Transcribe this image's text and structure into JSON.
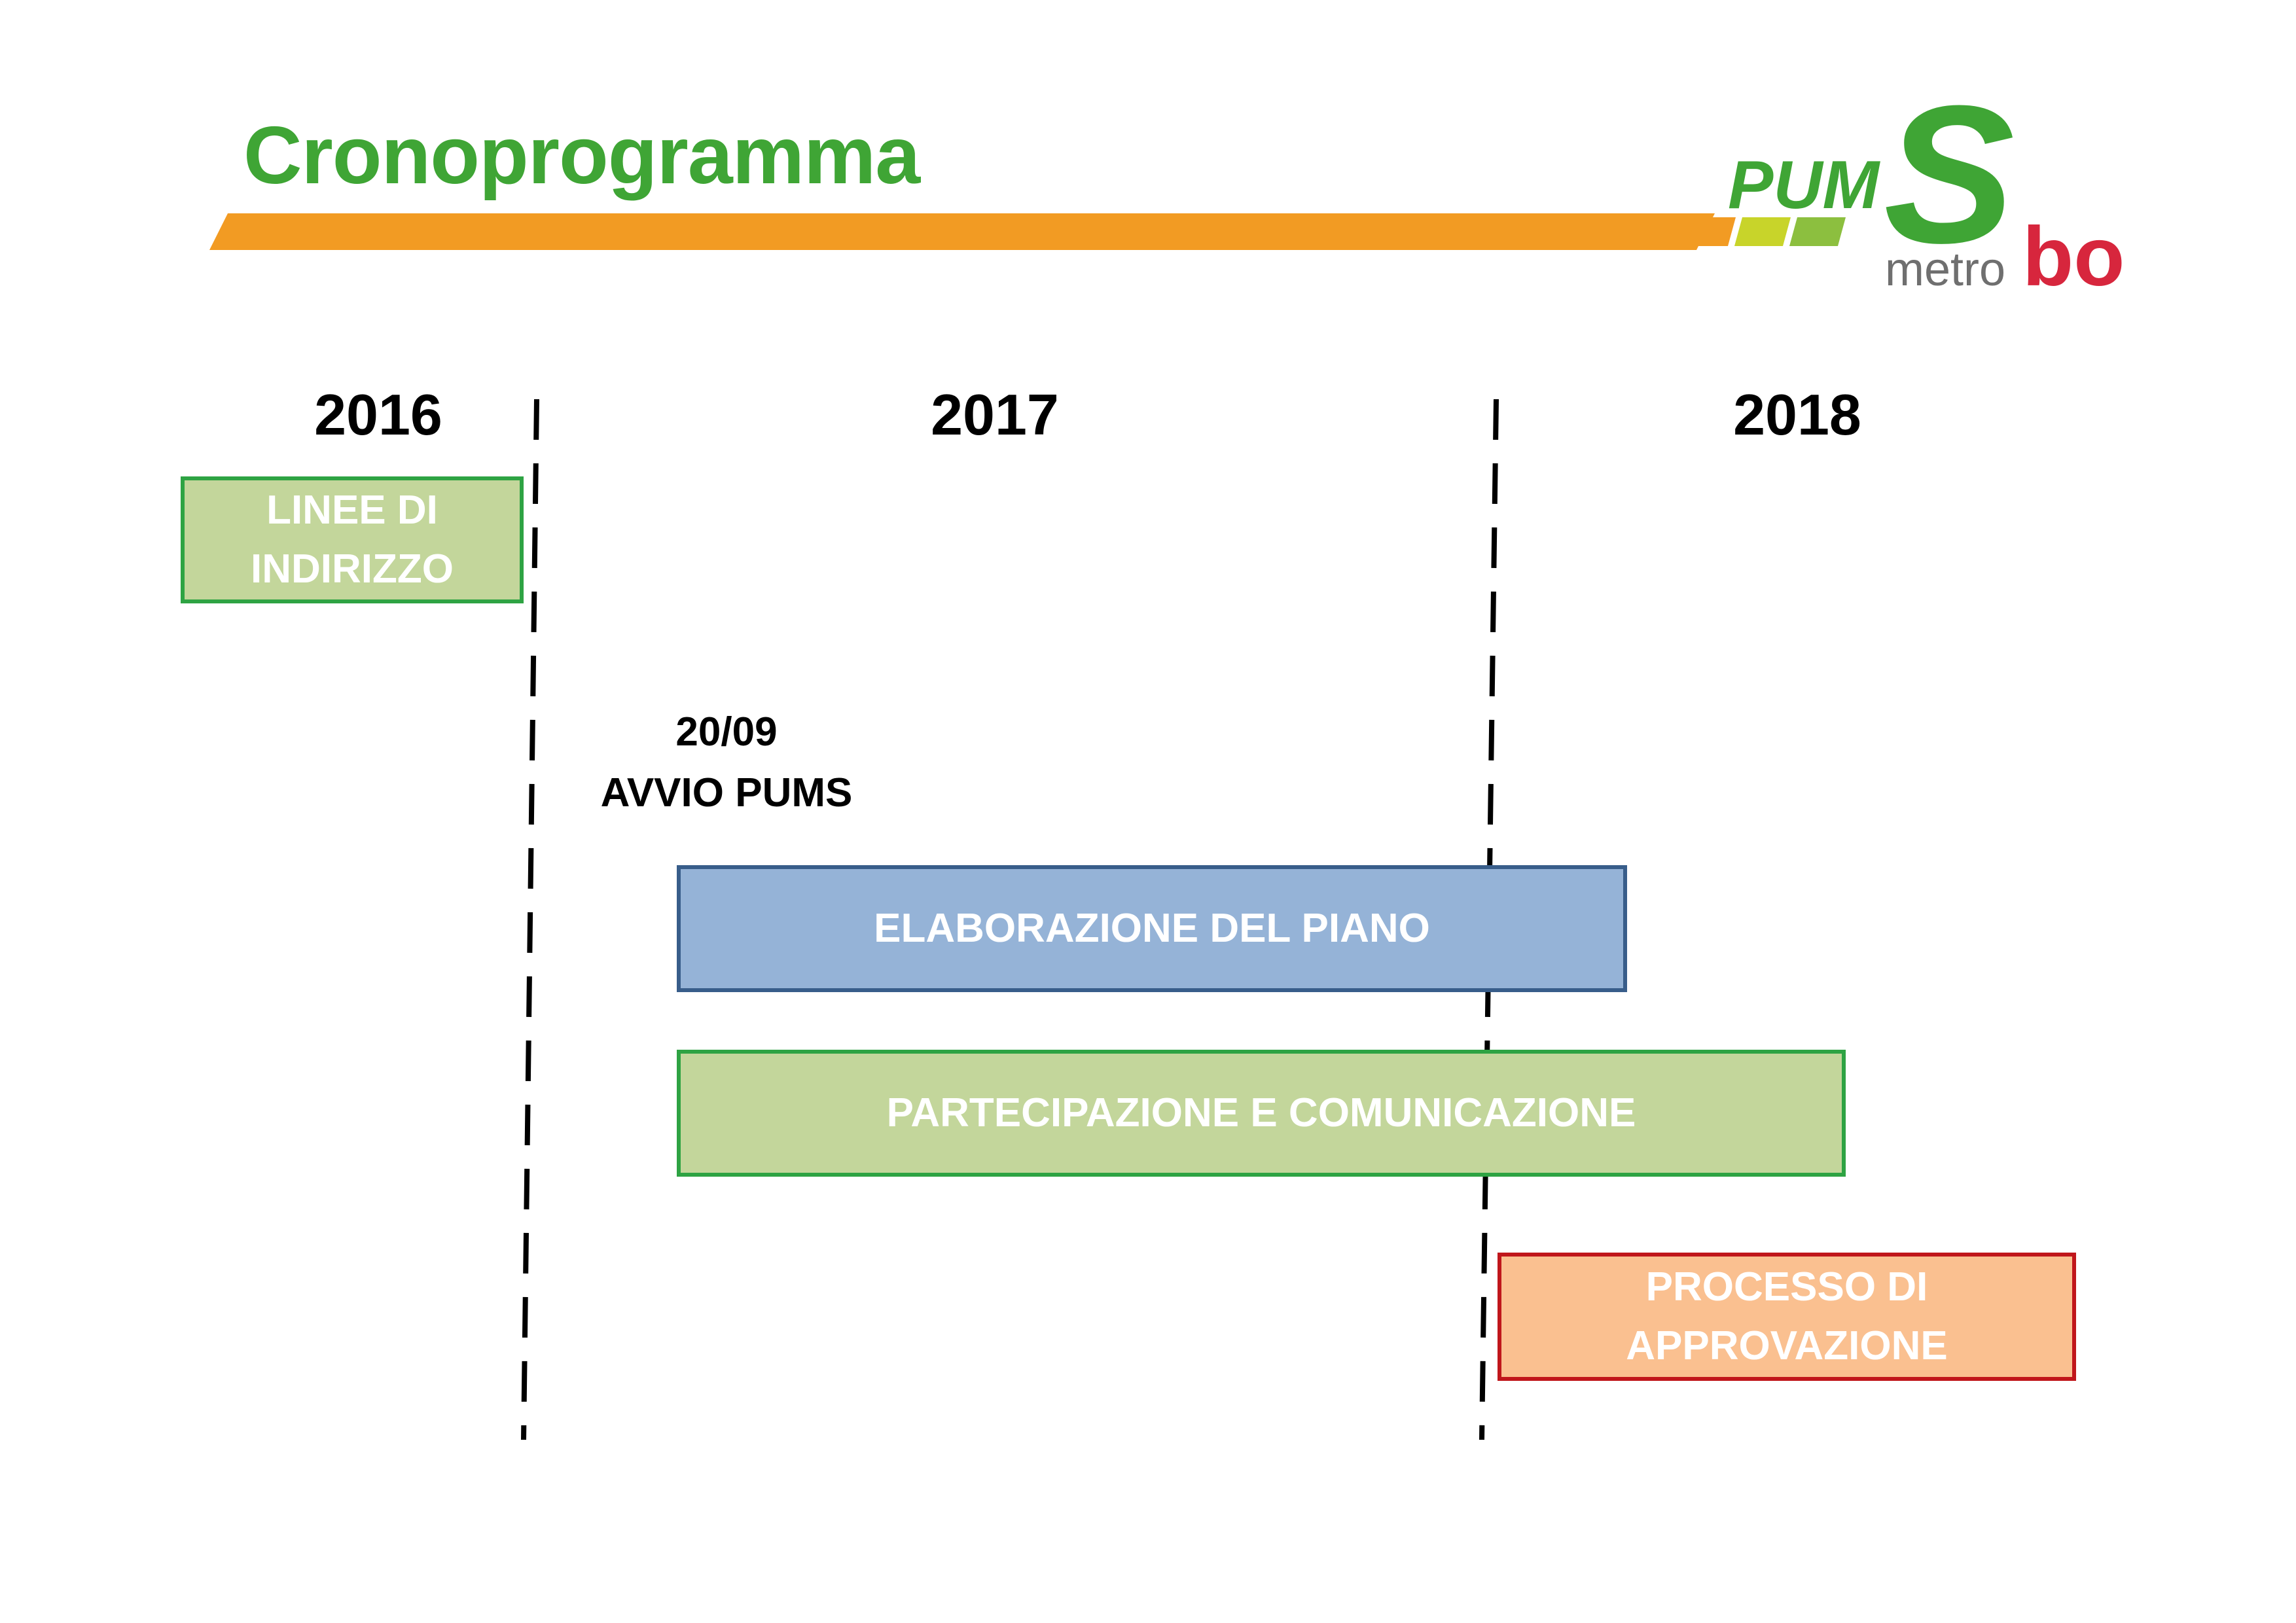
{
  "title": "Cronoprogramma",
  "logo": {
    "pum": "PUM",
    "s": "S",
    "metro": "metro",
    "bo": "bo",
    "colors": {
      "green": "#3fa535",
      "red": "#d7263d",
      "gray": "#6f6f6f",
      "yellow": "#c8d42a"
    }
  },
  "header_bar_color": "#f29b23",
  "years": [
    "2016",
    "2017",
    "2018"
  ],
  "milestone": {
    "date": "20/09",
    "label": "AVVIO PUMS"
  },
  "phases": [
    {
      "label": "LINEE DI\nINDIRIZZO",
      "fill": "#c3d69b",
      "border": "#2ea343"
    },
    {
      "label": "ELABORAZIONE DEL PIANO",
      "fill": "#95b3d7",
      "border": "#385d8a"
    },
    {
      "label": "PARTECIPAZIONE E COMUNICAZIONE",
      "fill": "#c3d69b",
      "border": "#2ea343"
    },
    {
      "label": "PROCESSO DI\nAPPROVAZIONE",
      "fill": "#fac090",
      "border": "#c0161b"
    }
  ]
}
